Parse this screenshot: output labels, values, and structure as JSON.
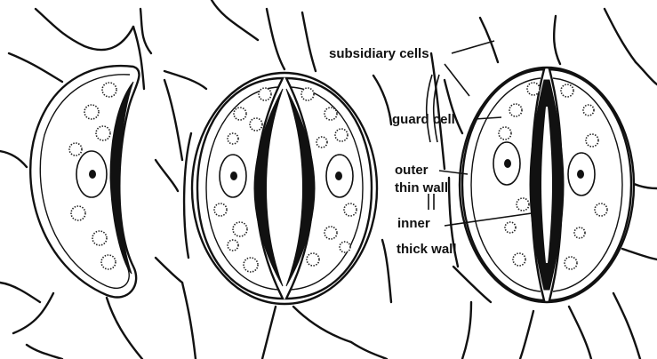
{
  "labels": {
    "subsidiary_cells": "subsidiary cells",
    "guard_cell": "guard cell",
    "outer_thin_wall_line1": "outer",
    "outer_thin_wall_line2": "thin wall",
    "inner_thick_wall_line1": "inner",
    "inner_thick_wall_line2": "thick wall"
  },
  "stomata": [
    {
      "state": "closed (single guard cell shown)"
    },
    {
      "state": "open"
    },
    {
      "state": "closed"
    }
  ]
}
